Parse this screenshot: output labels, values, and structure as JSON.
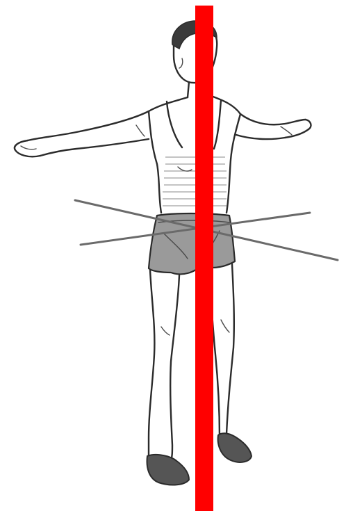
{
  "figure": {
    "subject": "standing-figure-arms-extended",
    "colors": {
      "axis": "#ff0000",
      "guide_lines": "#6a6a6a",
      "ink": "#2b2b2b",
      "shorts_fill": "#9a9a9a",
      "hair_fill": "#3a3a3a",
      "shoe_fill": "#555555",
      "background": "#ffffff"
    },
    "icons": [
      "vertical-axis-line",
      "pelvis-rotation-lines"
    ]
  }
}
